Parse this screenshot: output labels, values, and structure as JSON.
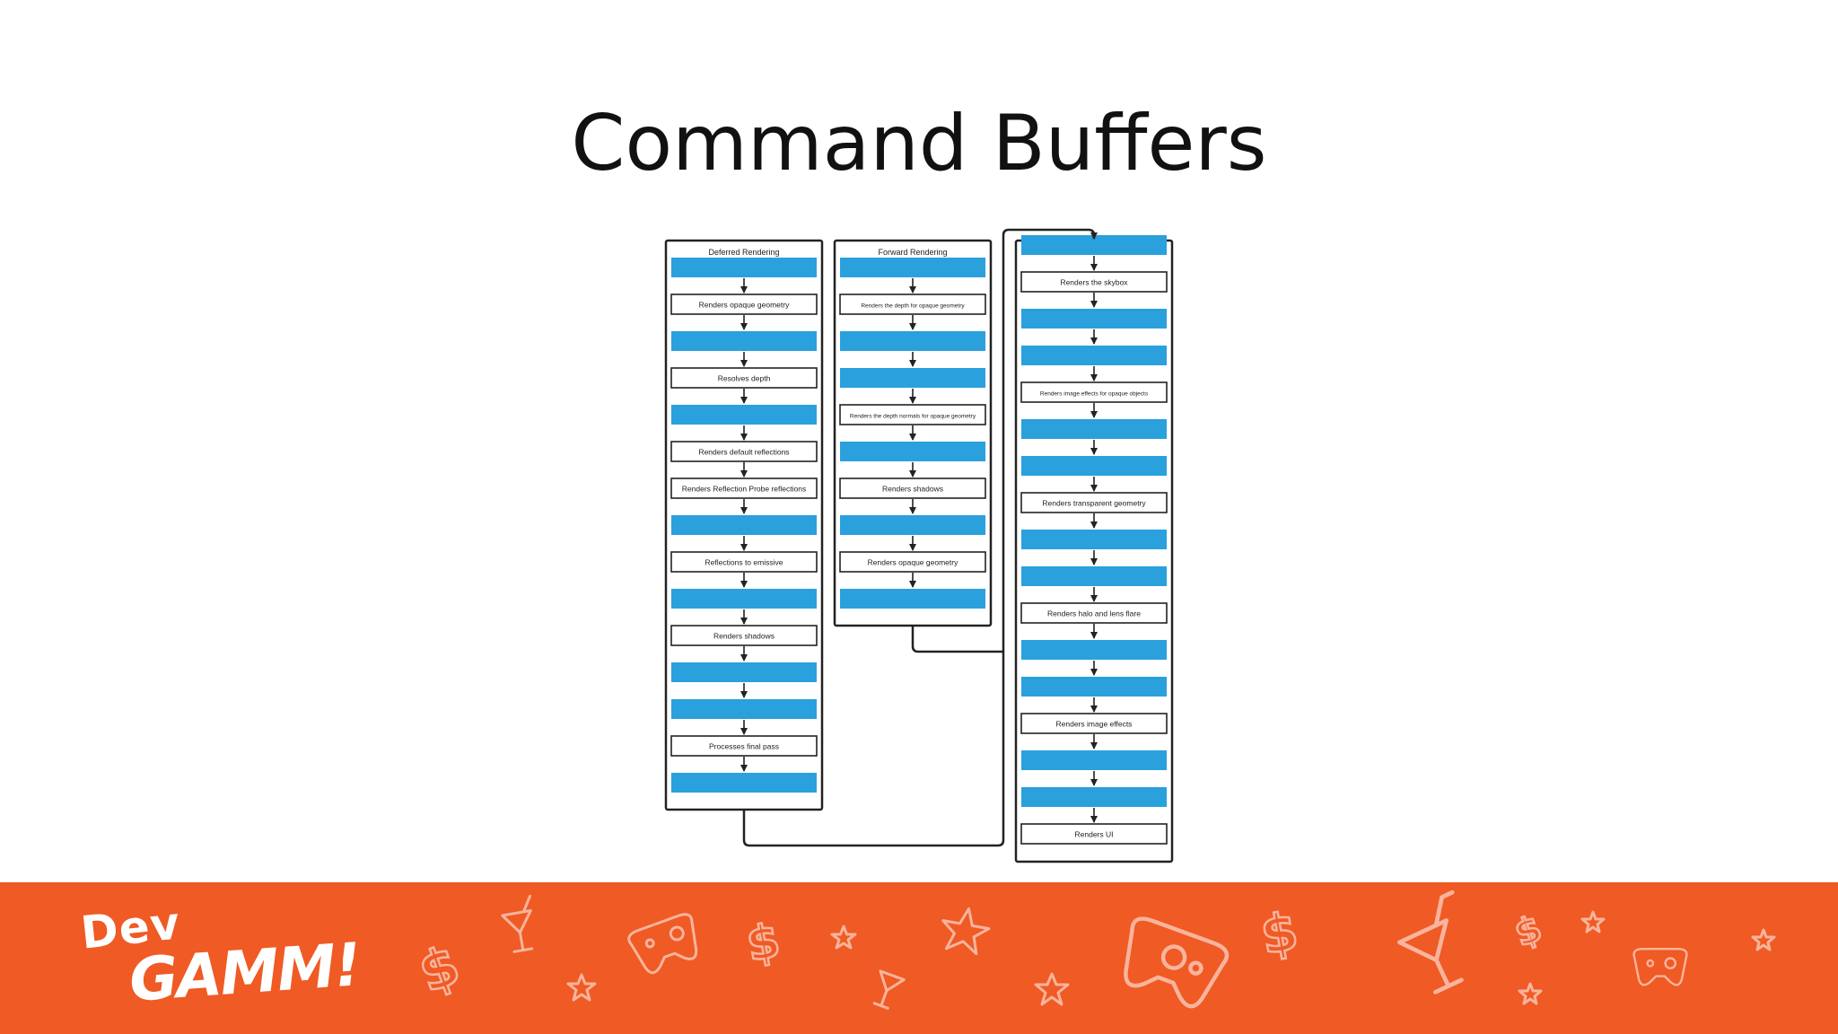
{
  "slide": {
    "title": "Command Buffers"
  },
  "diagram": {
    "columns": [
      {
        "id": "deferred",
        "title": "Deferred Rendering",
        "steps": [
          {
            "kind": "event",
            "label": ""
          },
          {
            "kind": "stage",
            "label": "Renders opaque geometry"
          },
          {
            "kind": "event",
            "label": ""
          },
          {
            "kind": "stage",
            "label": "Resolves depth"
          },
          {
            "kind": "event",
            "label": ""
          },
          {
            "kind": "stage",
            "label": "Renders default reflections"
          },
          {
            "kind": "stage",
            "label": "Renders Reflection Probe reflections"
          },
          {
            "kind": "event",
            "label": ""
          },
          {
            "kind": "stage",
            "label": "Reflections to emissive"
          },
          {
            "kind": "event",
            "label": ""
          },
          {
            "kind": "stage",
            "label": "Renders shadows"
          },
          {
            "kind": "event",
            "label": ""
          },
          {
            "kind": "event",
            "label": ""
          },
          {
            "kind": "stage",
            "label": "Processes final pass"
          },
          {
            "kind": "event",
            "label": ""
          }
        ]
      },
      {
        "id": "forward",
        "title": "Forward Rendering",
        "steps": [
          {
            "kind": "event",
            "label": ""
          },
          {
            "kind": "stage",
            "label": "Renders the depth for opaque geometry"
          },
          {
            "kind": "event",
            "label": ""
          },
          {
            "kind": "event",
            "label": ""
          },
          {
            "kind": "stage",
            "label": "Renders the depth normals for opaque geometry"
          },
          {
            "kind": "event",
            "label": ""
          },
          {
            "kind": "stage",
            "label": "Renders shadows"
          },
          {
            "kind": "event",
            "label": ""
          },
          {
            "kind": "stage",
            "label": "Renders opaque geometry"
          },
          {
            "kind": "event",
            "label": ""
          }
        ]
      },
      {
        "id": "common",
        "title": "",
        "steps": [
          {
            "kind": "event",
            "label": ""
          },
          {
            "kind": "stage",
            "label": "Renders the skybox"
          },
          {
            "kind": "event",
            "label": ""
          },
          {
            "kind": "event",
            "label": ""
          },
          {
            "kind": "stage",
            "label": "Renders image effects for opaque objects"
          },
          {
            "kind": "event",
            "label": ""
          },
          {
            "kind": "event",
            "label": ""
          },
          {
            "kind": "stage",
            "label": "Renders transparent geometry"
          },
          {
            "kind": "event",
            "label": ""
          },
          {
            "kind": "event",
            "label": ""
          },
          {
            "kind": "stage",
            "label": "Renders halo and lens flare"
          },
          {
            "kind": "event",
            "label": ""
          },
          {
            "kind": "event",
            "label": ""
          },
          {
            "kind": "stage",
            "label": "Renders image effects"
          },
          {
            "kind": "event",
            "label": ""
          },
          {
            "kind": "event",
            "label": ""
          },
          {
            "kind": "stage",
            "label": "Renders UI"
          }
        ]
      }
    ],
    "colors": {
      "event": "#2aa0dd",
      "stage_border": "#222222",
      "line": "#222222"
    }
  },
  "footer": {
    "background": "#f05a24",
    "logo": {
      "line1": "Dev",
      "line2": "GAMM!"
    },
    "doodle_icons": [
      "dollar-icon",
      "cocktail-icon",
      "star-icon",
      "gamepad-icon",
      "dollar-icon",
      "star-icon",
      "star-icon",
      "cocktail-icon",
      "star-icon",
      "gamepad-icon",
      "dollar-icon",
      "cocktail-icon",
      "dollar-icon",
      "star-icon",
      "gamepad-icon"
    ]
  }
}
